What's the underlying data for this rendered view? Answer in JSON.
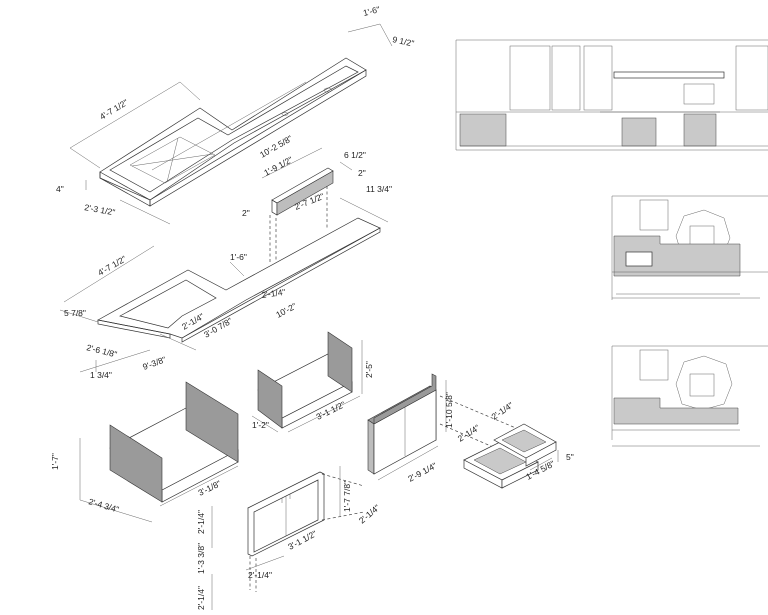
{
  "iso_dims": {
    "top_counter": {
      "w1": "1'-6\"",
      "w2": "9 1/2\"",
      "len": "4'-7 1/2\"",
      "run": "10'-2 5/8\"",
      "h": "4\"",
      "dep": "2'-3 1/2\""
    },
    "panel": {
      "a": "1'-9 1/2\"",
      "b": "6 1/2\"",
      "c": "2\"",
      "d": "2\"",
      "e": "2'-7 1/2\""
    },
    "slab": {
      "a": "11 3/4\"",
      "b": "4'-7 1/2\"",
      "c": "1'-6\"",
      "d": "2'-1/4\"",
      "e": "10'-2\"",
      "f": "5 7/8\"",
      "g": "2'-1/4\"",
      "h": "3'-0 7/8\"",
      "i": "2'-6 1/8\"",
      "j": "9'-3/8\"",
      "k": "1 3/4\""
    },
    "base_large": {
      "h": "1'-7\"",
      "w": "2'-4 3/4\"",
      "d": "3'-1/8\""
    },
    "base_small": {
      "h": "2'-5\"",
      "w": "1'-2\"",
      "d": "3'-1 1/2\""
    },
    "cab_tall": {
      "h": "1'-10 5/8\"",
      "w": "2'-9 1/4\"",
      "d": "2'-1/4\""
    },
    "cab_low": {
      "h": "1'-7 7/8\"",
      "a": "2'-1/4\"",
      "b": "1'-3 3/8\"",
      "c": "3'-1 1/2\"",
      "d": "2'-1/4\"",
      "e": "2'-1/4\"",
      "f": "2'-1/4\""
    },
    "drawer": {
      "a": "2'-1/4\"",
      "b": "1'-4 5/8\"",
      "c": "5\""
    }
  }
}
